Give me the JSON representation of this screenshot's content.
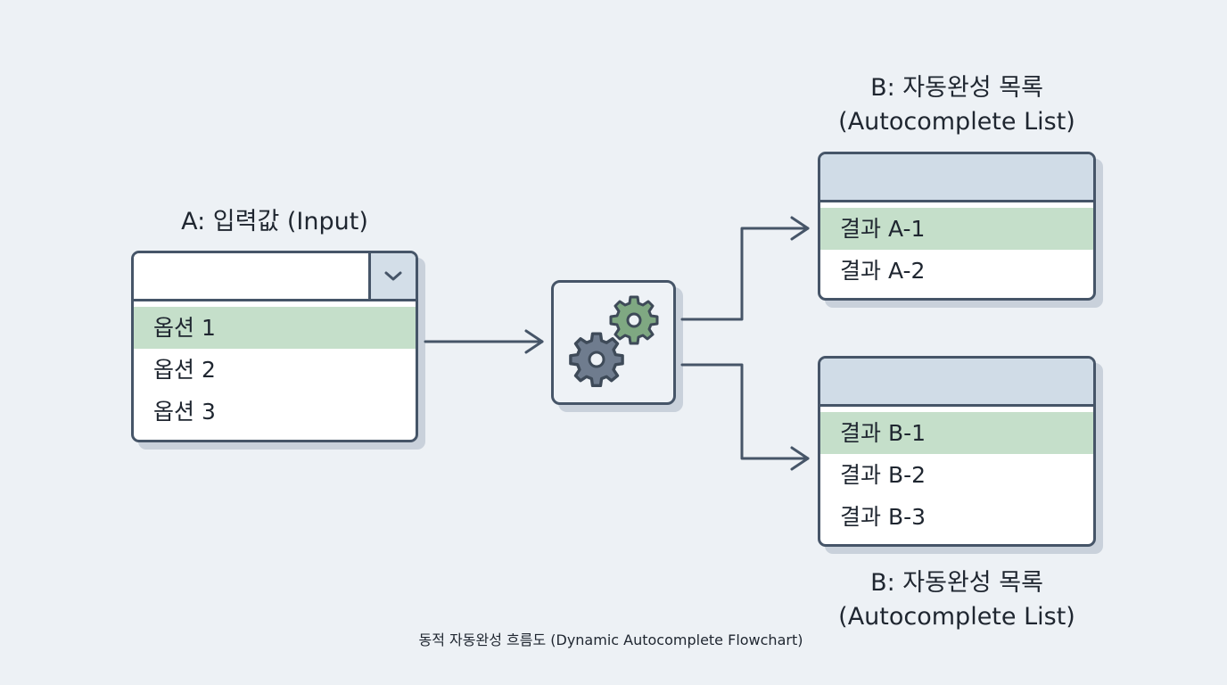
{
  "diagram": {
    "input": {
      "title": "A: 입력값 (Input)",
      "field_value": "",
      "dropdown_icon": "chevron-down-icon",
      "options": [
        "옵션 1",
        "옵션 2",
        "옵션 3"
      ],
      "selected_index": 0
    },
    "processor": {
      "icon": "gears-icon"
    },
    "list_a": {
      "title_line1": "B: 자동완성 목록",
      "title_line2": "(Autocomplete List)",
      "items": [
        "결과 A-1",
        "결과 A-2"
      ],
      "selected_index": 0
    },
    "list_b": {
      "title_line1": "B: 자동완성 목록",
      "title_line2": "(Autocomplete List)",
      "items": [
        "결과 B-1",
        "결과 B-2",
        "결과 B-3"
      ],
      "selected_index": 0
    },
    "caption": "동적 자동완성 흐름도 (Dynamic Autocomplete Flowchart)"
  },
  "colors": {
    "background": "#edf1f5",
    "border": "#465568",
    "selected_row": "#c5dfca",
    "header_fill": "#d0dce7",
    "gear_green": "#7fa882",
    "gear_gray": "#6f7c8e"
  }
}
